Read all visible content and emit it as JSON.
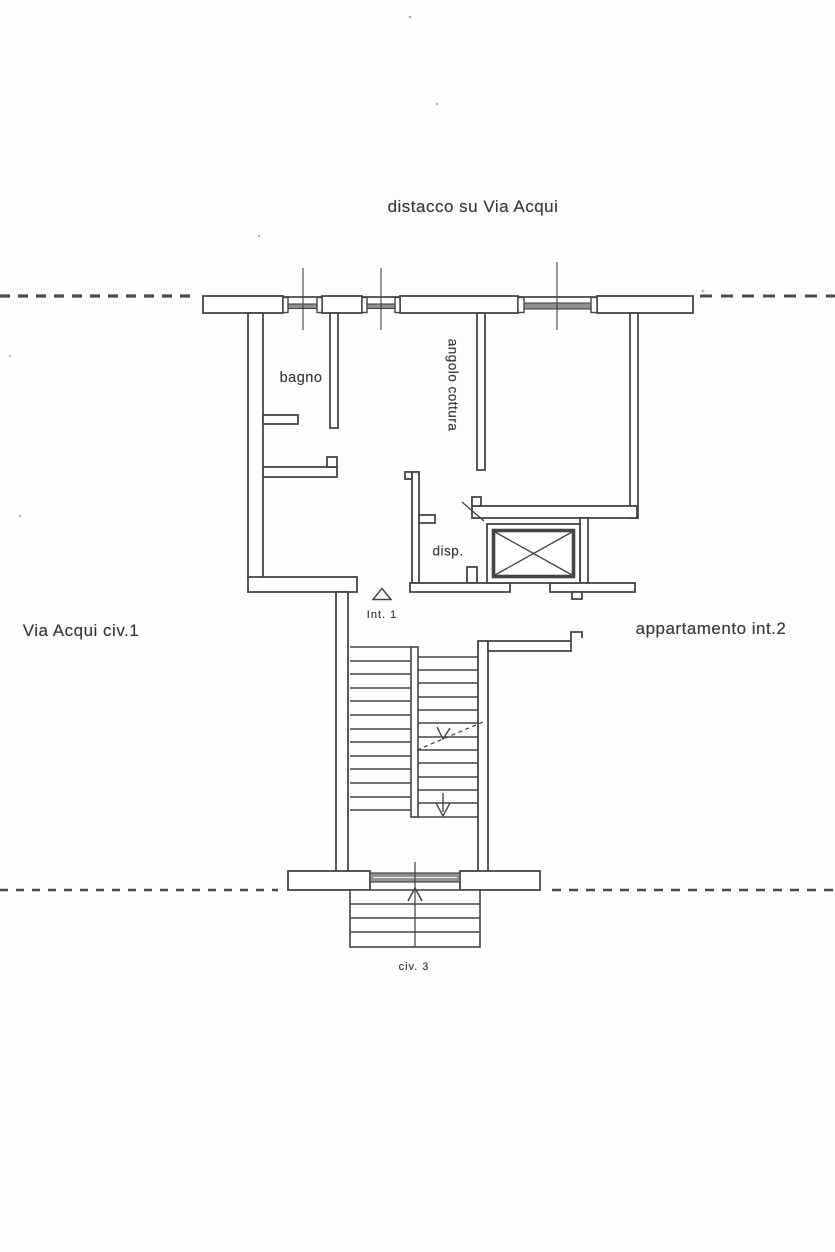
{
  "plan": {
    "title": "distacco su Via Acqui",
    "labels": {
      "street": "Via Acqui civ.1",
      "apartment2": "appartamento int.2",
      "bathroom": "bagno",
      "kitchenette": "angolo cottura",
      "pantry": "disp.",
      "unit1": "Int. 1",
      "civic": "civ. 3"
    },
    "symbols": {
      "elevator": "shaft-with-x",
      "windows": 3,
      "staircase": "two-flights",
      "entrance_steps": 4
    },
    "colors": {
      "ink": "#454545",
      "text": "#3b3b3b",
      "hatch": "#8f8f8f",
      "paper": "#fdfdfc"
    }
  }
}
